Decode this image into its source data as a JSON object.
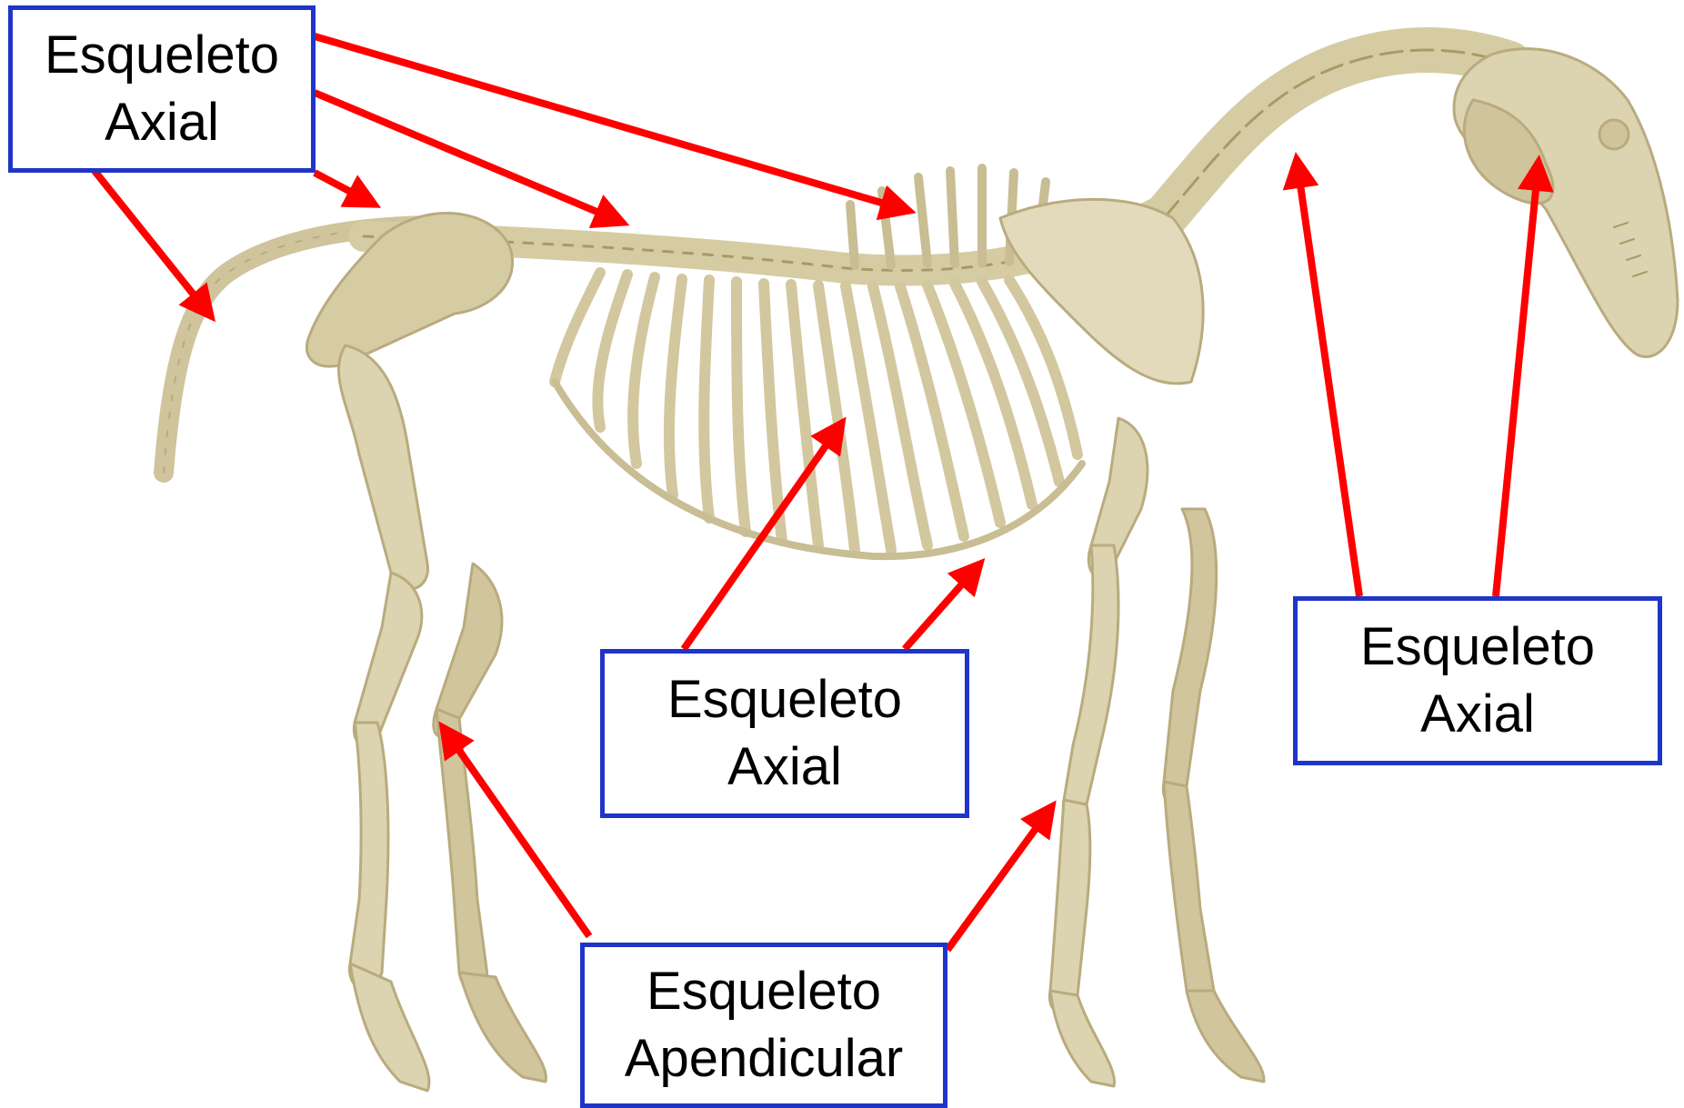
{
  "figure": {
    "subject": "horse skeleton",
    "colors": {
      "bone": "#dcd3b0",
      "bone_outline": "#b9ab7e",
      "bone_shadow": "#a99a66",
      "arrow": "#ff0000",
      "box_border": "#1f35c8",
      "background": "#ffffff"
    }
  },
  "labels": {
    "top_left": {
      "line1": "Esqueleto",
      "line2": "Axial"
    },
    "center": {
      "line1": "Esqueleto",
      "line2": "Axial"
    },
    "right": {
      "line1": "Esqueleto",
      "line2": "Axial"
    },
    "bottom": {
      "line1": "Esqueleto",
      "line2": "Apendicular"
    }
  }
}
